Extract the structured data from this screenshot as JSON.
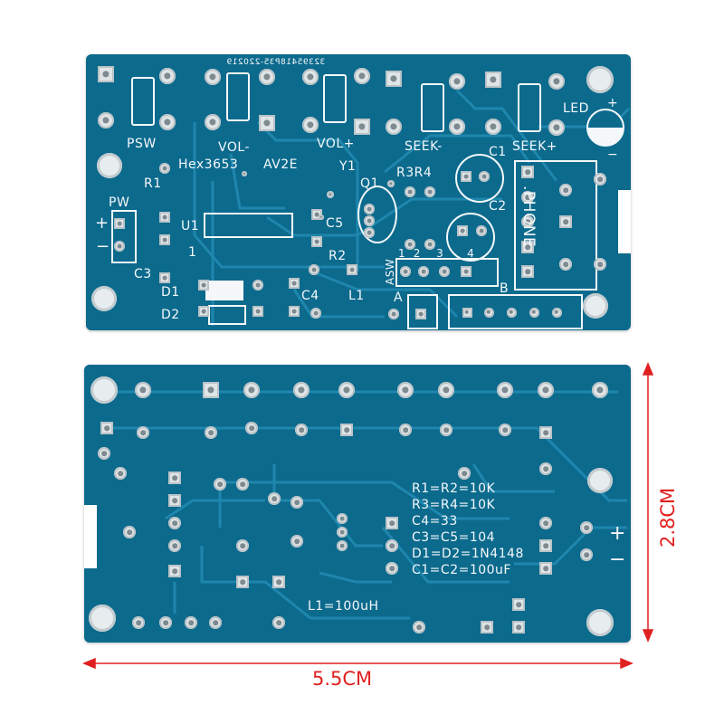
{
  "front": {
    "serial": "32395418P35-220219",
    "labels": {
      "psw": "PSW",
      "vol_minus": "VOL-",
      "vol_plus": "VOL+",
      "seek_minus": "SEEK-",
      "seek_plus": "SEEK+",
      "c1": "C1",
      "c2": "C2",
      "c3": "C3",
      "c4": "C4",
      "c5": "C5",
      "led": "LED",
      "led_plus": "+",
      "led_minus": "−",
      "hex": "Hex3653",
      "av2e": "AV2E",
      "y1": "Y1",
      "r1": "R1",
      "r2": "R2",
      "r3r4": "R3R4",
      "q1": "Q1",
      "pw": "PW",
      "pw_plus": "+",
      "pw_minus": "−",
      "u1": "U1",
      "pin1": "1",
      "phone": ".PHONE",
      "asw": "ASW",
      "asw_pins": "1  2    3      4",
      "d1": "D1",
      "d2": "D2",
      "l1": "L1",
      "a": "A",
      "b": "B"
    }
  },
  "back": {
    "bom": [
      "R1=R2=10K",
      "R3=R4=10K",
      "C4=33",
      "C3=C5=104",
      "D1=D2=1N4148",
      "C1=C2=100uF"
    ],
    "l1": "L1=100uH",
    "plus": "+",
    "minus": "−"
  },
  "dimensions": {
    "height": "2.8CM",
    "width": "5.5CM",
    "color": "#e02020"
  }
}
